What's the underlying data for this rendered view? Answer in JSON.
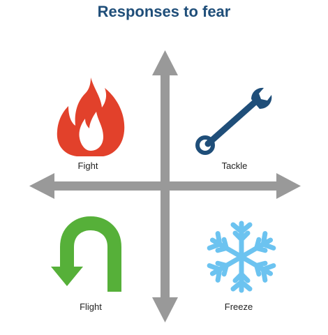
{
  "title": "Responses to fear",
  "colors": {
    "title": "#1f4e79",
    "axes": "#999999",
    "fight": "#e2412b",
    "tackle": "#1f4e79",
    "flight": "#56b039",
    "freeze": "#6cc3f0"
  },
  "quadrants": [
    {
      "id": "fight",
      "label": "Fight",
      "icon": "flame-icon"
    },
    {
      "id": "tackle",
      "label": "Tackle",
      "icon": "wrench-icon"
    },
    {
      "id": "flight",
      "label": "Flight",
      "icon": "u-turn-arrow-icon"
    },
    {
      "id": "freeze",
      "label": "Freeze",
      "icon": "snowflake-icon"
    }
  ]
}
